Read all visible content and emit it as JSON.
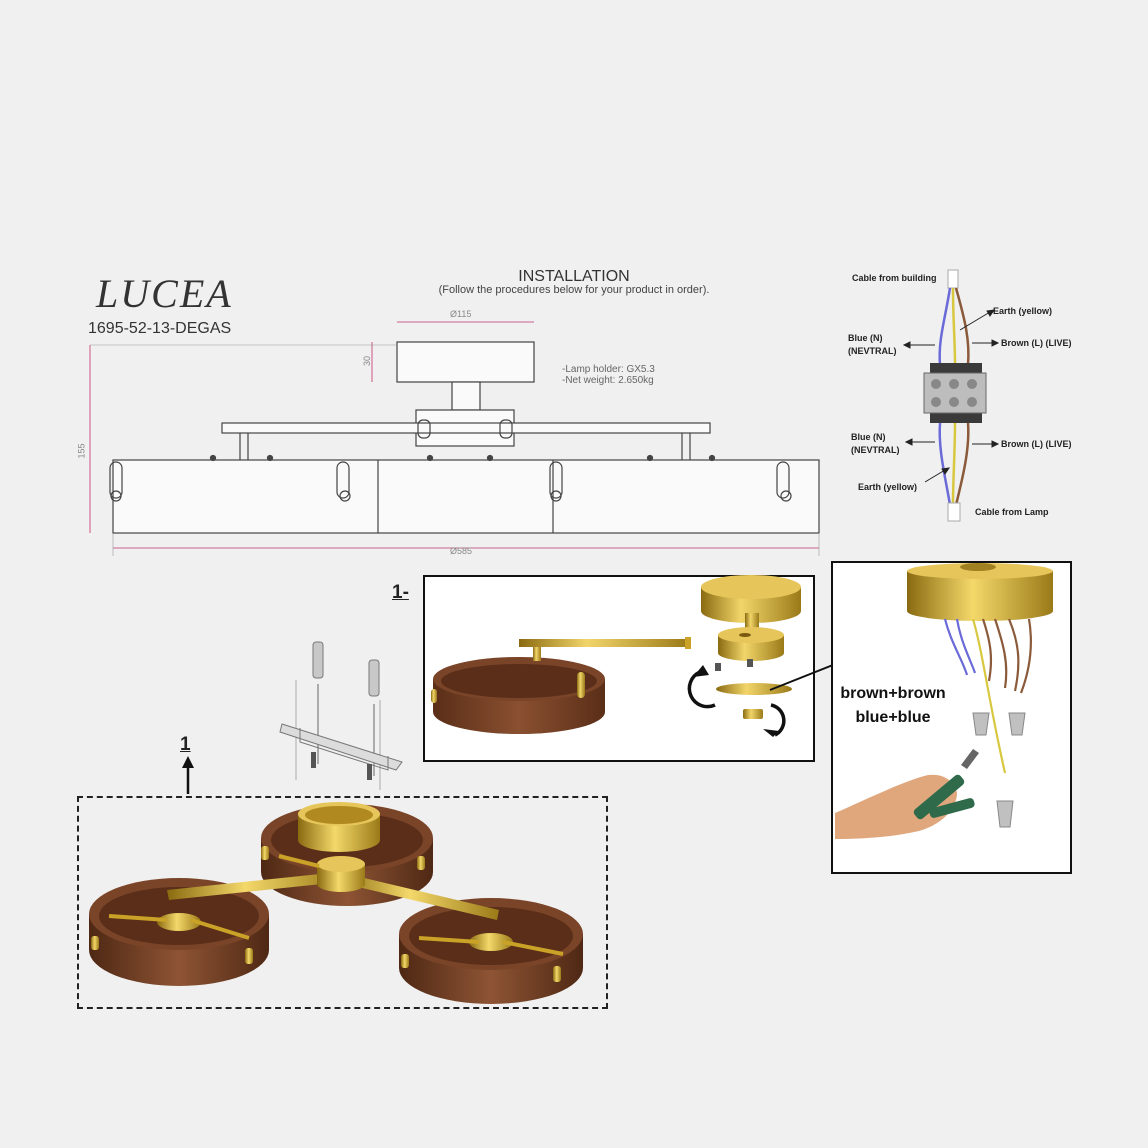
{
  "product": {
    "brand": "LUCEA",
    "code": "1695-52-13-DEGAS"
  },
  "installation": {
    "title": "INSTALLATION",
    "subtitle": "(Follow the procedures below for your product in order)."
  },
  "specs": {
    "lamp_holder": "-Lamp holder: GX5.3",
    "net_weight": "-Net weight: 2.650kg"
  },
  "dimensions": {
    "canopy_diameter": "Ø115",
    "canopy_height": "30",
    "total_height": "155",
    "total_width": "Ø585"
  },
  "wiring": {
    "cable_from_building": "Cable from building",
    "earth_top": "Earth (yellow)",
    "blue_top_line1": "Blue (N)",
    "blue_top_line2": "(NEVTRAL)",
    "brown_top": "Brown (L) (LIVE)",
    "blue_bottom_line1": "Blue (N)",
    "blue_bottom_line2": "(NEVTRAL)",
    "brown_bottom": "Brown (L) (LIVE)",
    "earth_bottom": "Earth (yellow)",
    "cable_from_lamp": "Cable from Lamp"
  },
  "steps": {
    "step1_label": "1-",
    "step1_arrow_label": "1",
    "connection_line1": "brown+brown",
    "connection_line2": "blue+blue"
  },
  "colors": {
    "brass": "#c9a227",
    "wood": "#6b3a22",
    "wire_blue": "#6a6ad8",
    "wire_brown": "#8a5a3a",
    "wire_yellow": "#d8c840",
    "dimension_pink": "#c0306a"
  }
}
